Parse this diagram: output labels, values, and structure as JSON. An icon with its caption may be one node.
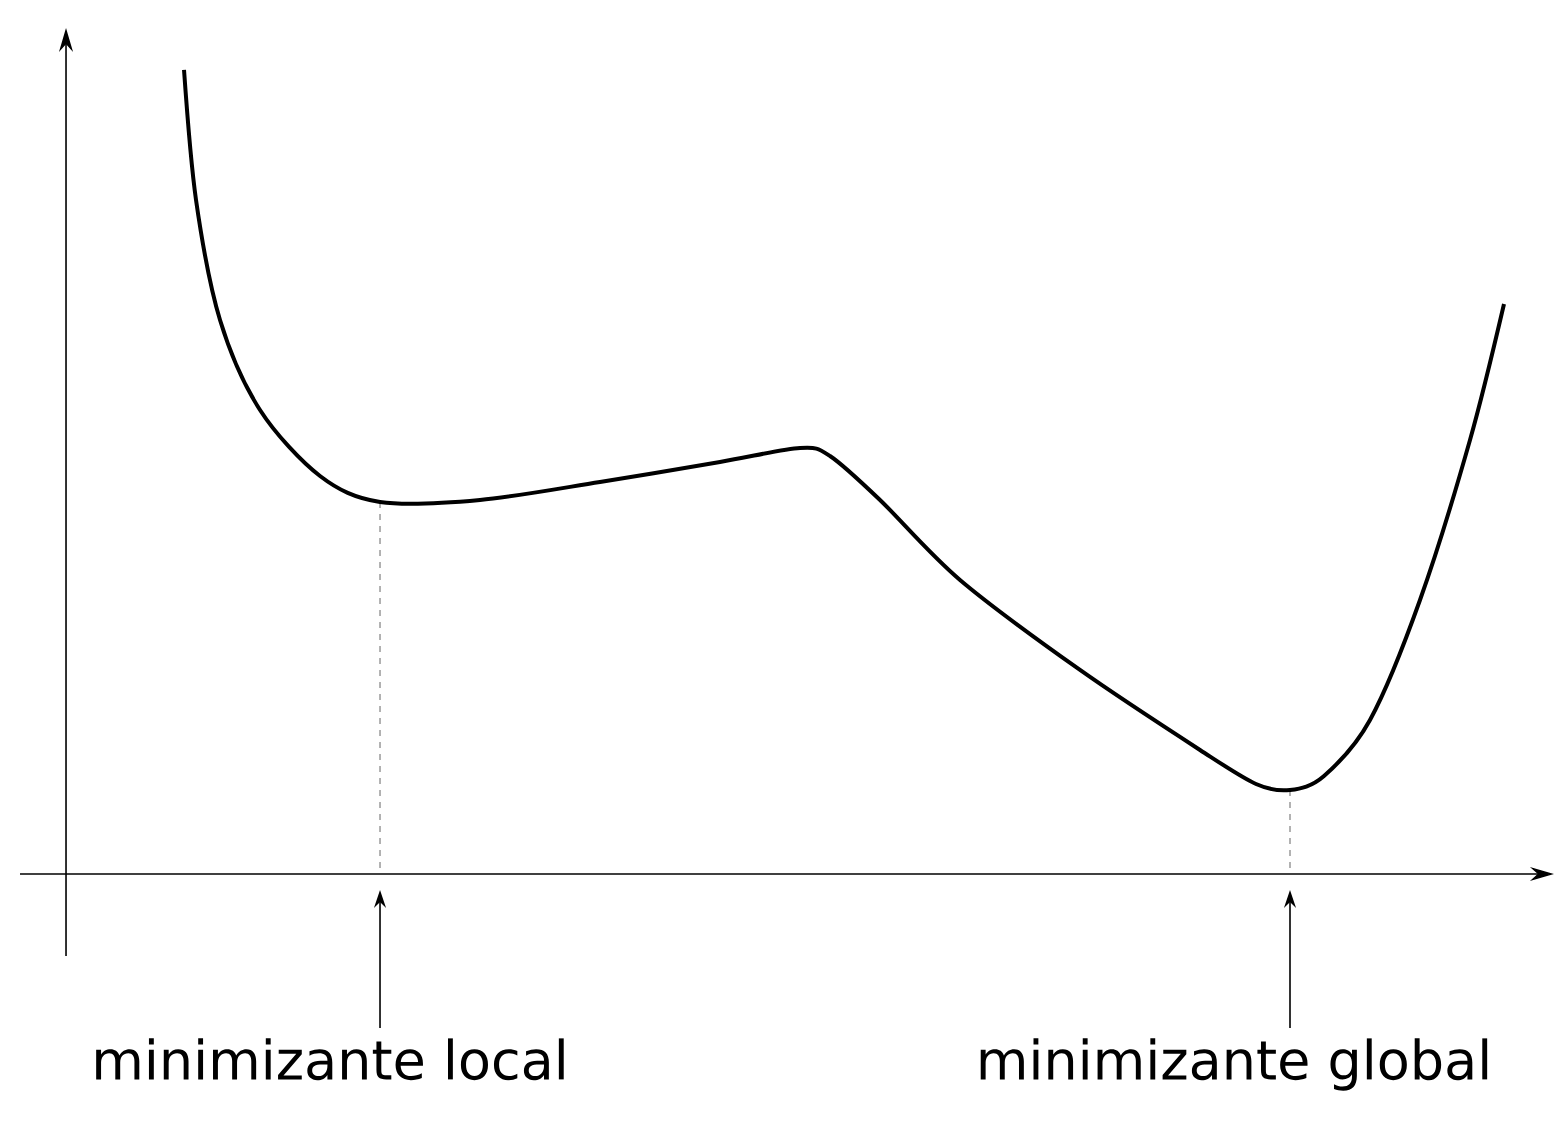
{
  "diagram": {
    "nodes": [
      {
        "text": [
          "minimizante local"
        ]
      },
      {
        "text": [
          "minimizante global"
        ]
      }
    ],
    "edges": [
      {
        "from": 0,
        "to": null,
        "arrow": "to"
      },
      {
        "from": 1,
        "to": null,
        "arrow": "to"
      }
    ]
  }
}
